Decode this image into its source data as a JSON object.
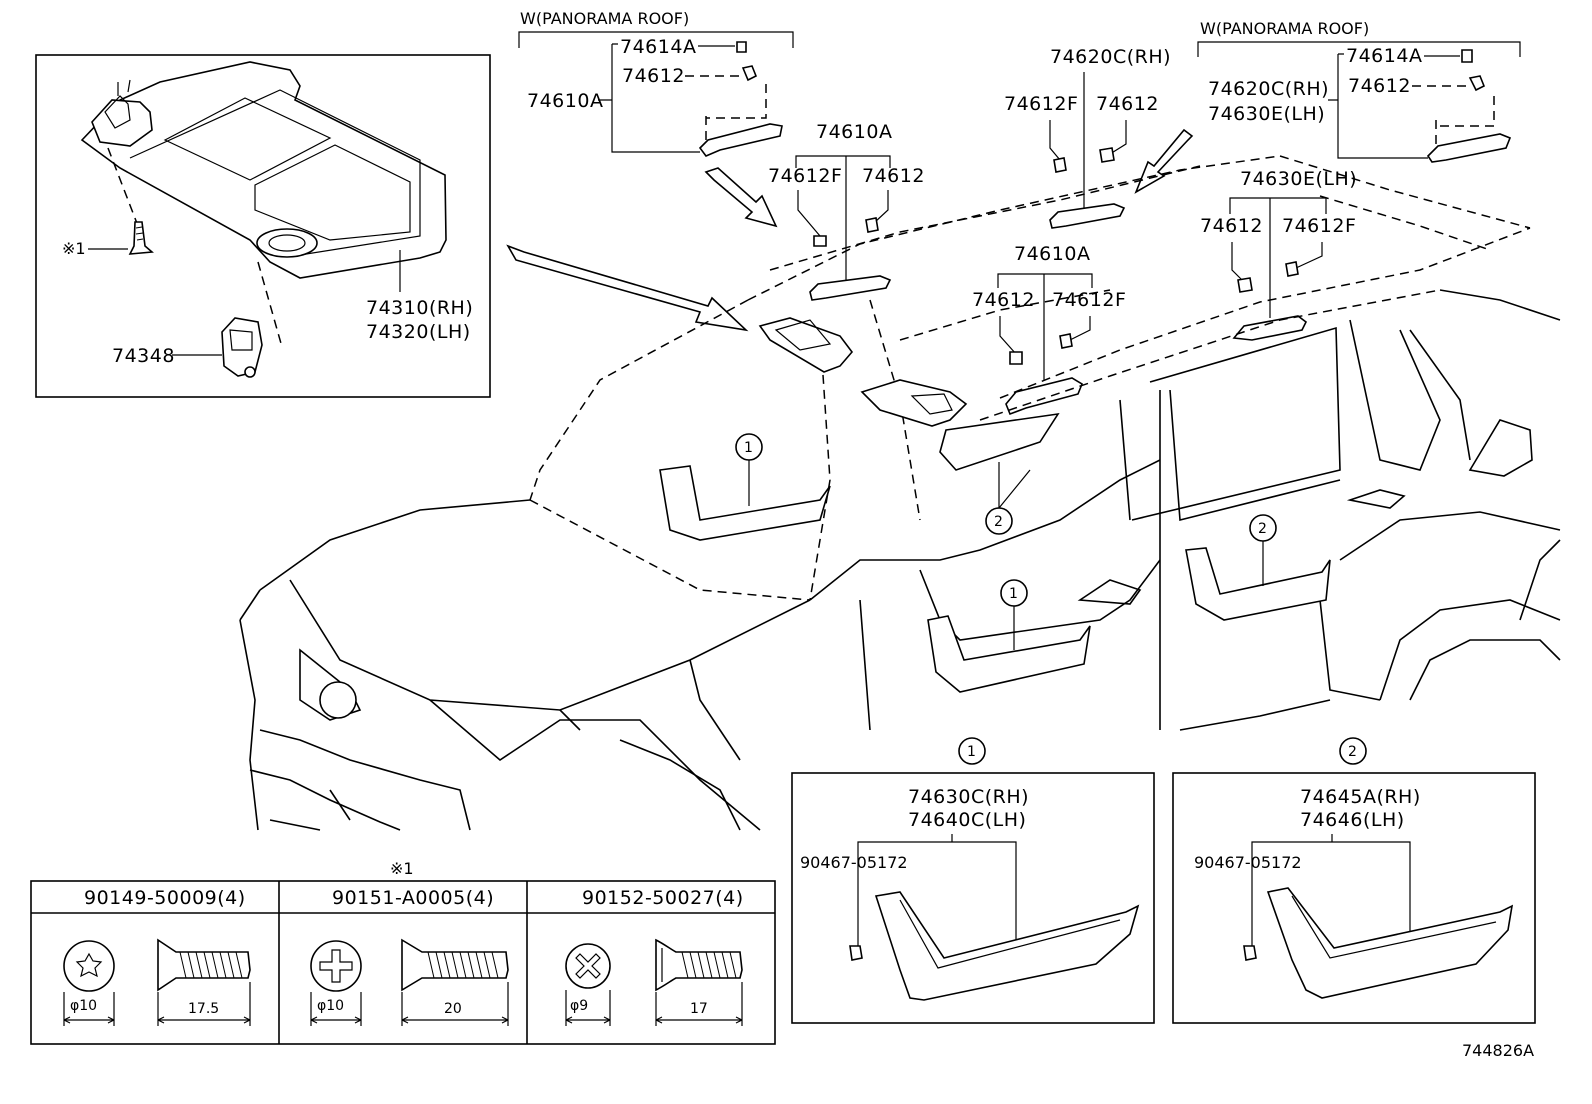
{
  "diagram_id": "744826A",
  "note_symbol": "※1",
  "panorama_label_left": "W(PANORAMA ROOF)",
  "panorama_label_right": "W(PANORAMA ROOF)",
  "inset_visor": {
    "screw_ref": "※1",
    "bracket": "74348",
    "visor_rh": "74310(RH)",
    "visor_lh": "74320(LH)"
  },
  "assist_grip_front": {
    "left_group": {
      "cap": "74614A",
      "clip": "74612",
      "assembly": "74610A"
    },
    "center_group": {
      "assembly": "74610A",
      "clip_f": "74612F",
      "clip": "74612"
    },
    "mid_group": {
      "assembly": "74610A",
      "clip": "74612",
      "clip_f": "74612F"
    }
  },
  "assist_grip_rear": {
    "top_group": {
      "assembly_rh": "74620C(RH)",
      "clip_f": "74612F",
      "clip": "74612"
    },
    "right_group": {
      "cap": "74614A",
      "clip": "74612",
      "assembly_rh": "74620C(RH)",
      "assembly_lh": "74630E(LH)"
    },
    "lower_group": {
      "assembly_lh": "74630E(LH)",
      "clip": "74612",
      "clip_f": "74612F"
    }
  },
  "callouts": [
    "1",
    "2"
  ],
  "detail_1": {
    "callout": "1",
    "part_rh": "74630C(RH)",
    "part_lh": "74640C(LH)",
    "clip": "90467-05172"
  },
  "detail_2": {
    "callout": "2",
    "part_rh": "74645A(RH)",
    "part_lh": "74646(LH)",
    "clip": "90467-05172"
  },
  "screw_table": {
    "ref": "※1",
    "columns": [
      {
        "part": "90149-50009(4)",
        "head": "torx",
        "diameter": "φ10",
        "length": "17.5"
      },
      {
        "part": "90151-A0005(4)",
        "head": "phillips",
        "diameter": "φ10",
        "length": "20"
      },
      {
        "part": "90152-50027(4)",
        "head": "phillips",
        "diameter": "φ9",
        "length": "17"
      }
    ]
  }
}
